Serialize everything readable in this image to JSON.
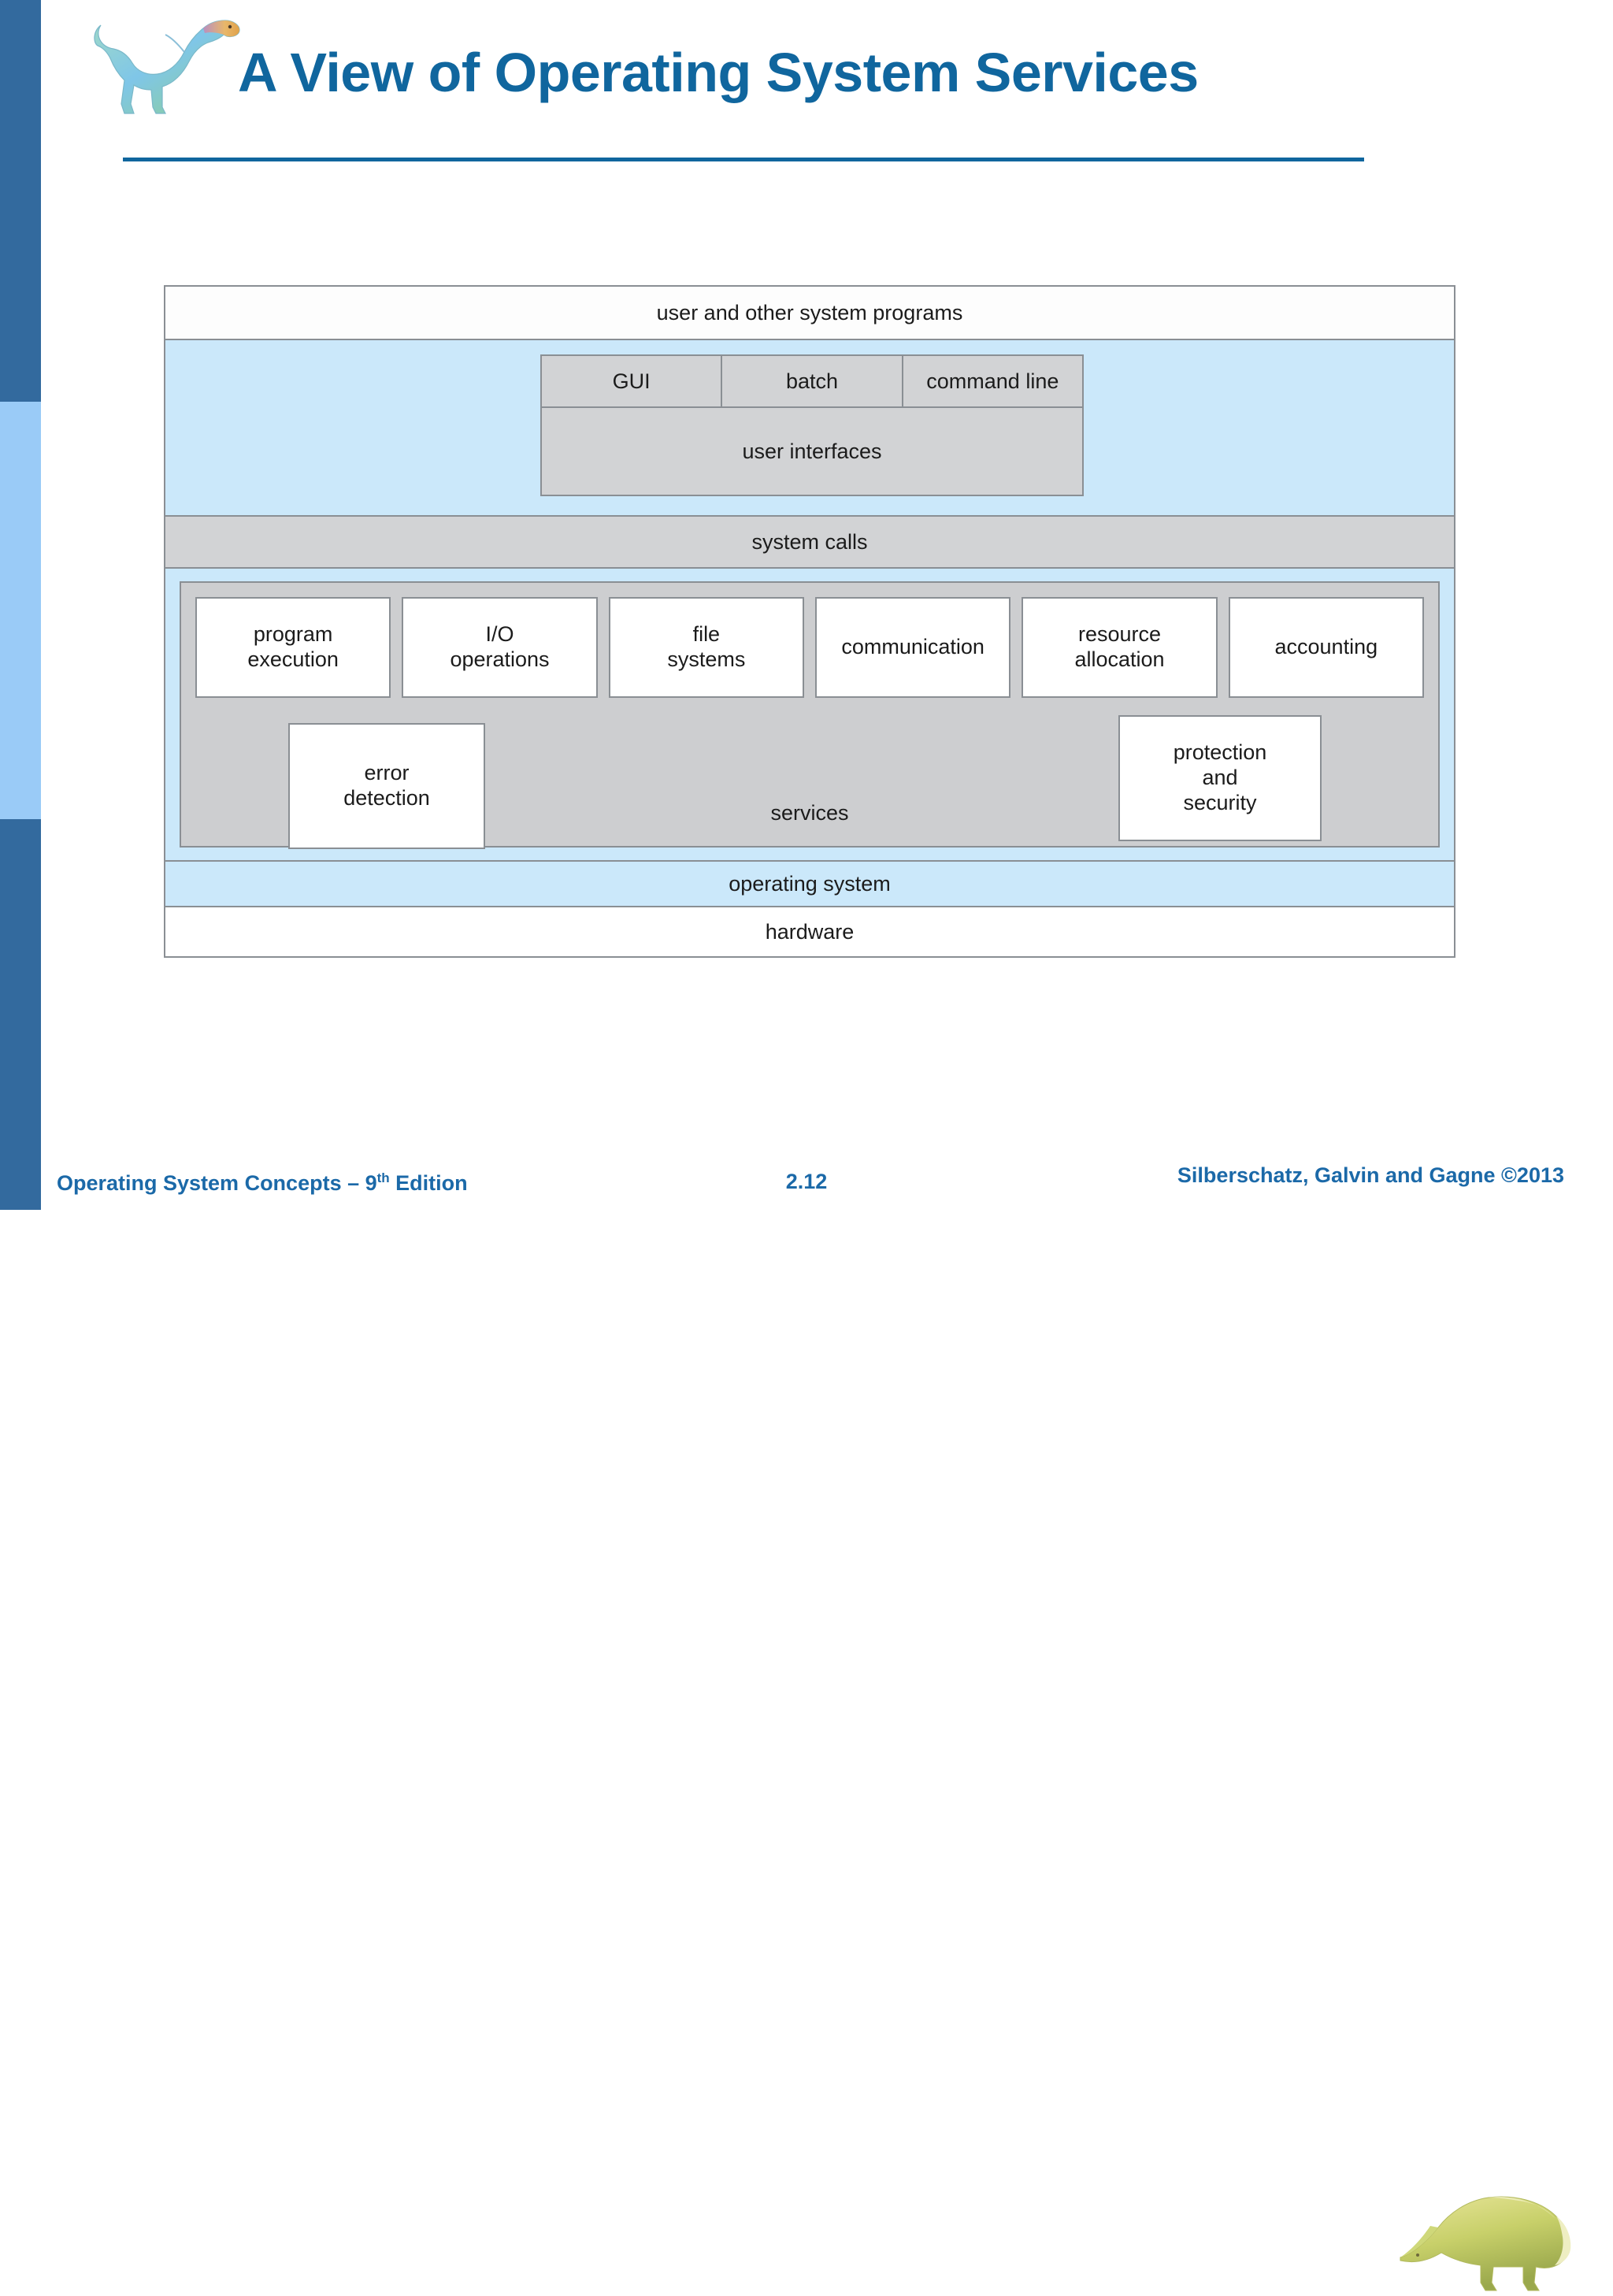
{
  "theme": {
    "title_color": "#10669e",
    "rail_dark": "#336a9e",
    "rail_light": "#9acbf7",
    "footer_color": "#1b69a8",
    "band_blue": "#cbe8fa",
    "band_gray": "#d2d3d5",
    "services_gray": "#cdced0",
    "box_border": "#8a8f94"
  },
  "header": {
    "title": "A View of Operating System Services",
    "logo_icon": "dinosaur-icon"
  },
  "diagram": {
    "user_programs_band": "user and other system programs",
    "user_interface_modes": [
      "GUI",
      "batch",
      "command line"
    ],
    "user_interfaces_label": "user interfaces",
    "system_calls_band": "system calls",
    "services_label": "services",
    "service_boxes_top": [
      "program\nexecution",
      "I/O\noperations",
      "file\nsystems",
      "communication",
      "resource\nallocation",
      "accounting"
    ],
    "service_box_error": "error\ndetection",
    "service_box_protection": "protection\nand\nsecurity",
    "operating_system_band": "operating system",
    "hardware_band": "hardware"
  },
  "footer": {
    "left_prefix": "Operating System Concepts – 9",
    "left_sup": "th",
    "left_suffix": " Edition",
    "slide_number": "2.12",
    "right": "Silberschatz, Galvin and Gagne ©2013",
    "logo_icon": "dinosaur-icon"
  }
}
